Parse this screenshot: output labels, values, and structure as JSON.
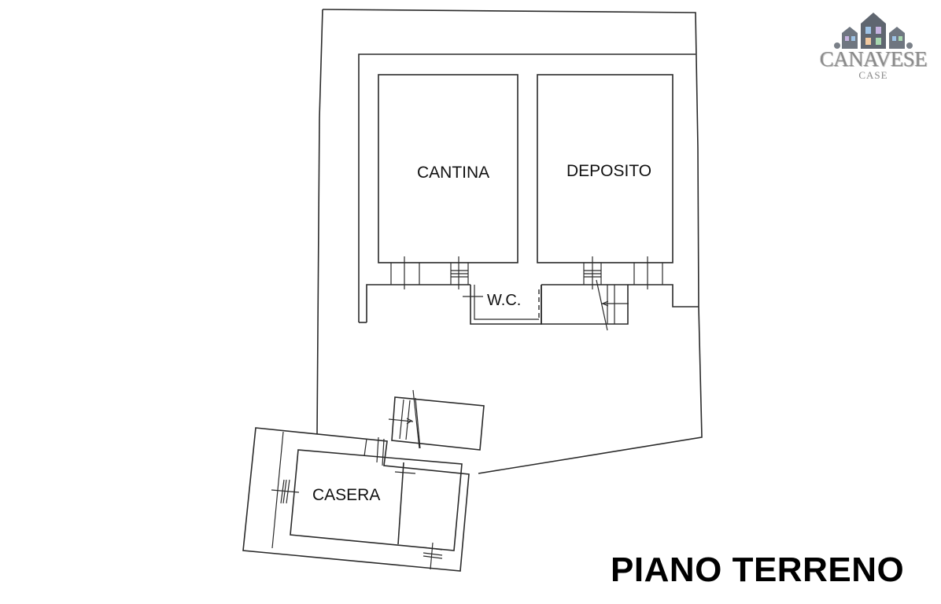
{
  "logo": {
    "brand": "CANAVESE",
    "sub": "CASE"
  },
  "rooms": {
    "cantina": "CANTINA",
    "deposito": "DEPOSITO",
    "wc": "W.C.",
    "casera": "CASERA"
  },
  "title": "PIANO TERRENO",
  "colors": {
    "line": "#2a2a2a",
    "text": "#111111",
    "logo_gray": "#8a8a8a"
  }
}
